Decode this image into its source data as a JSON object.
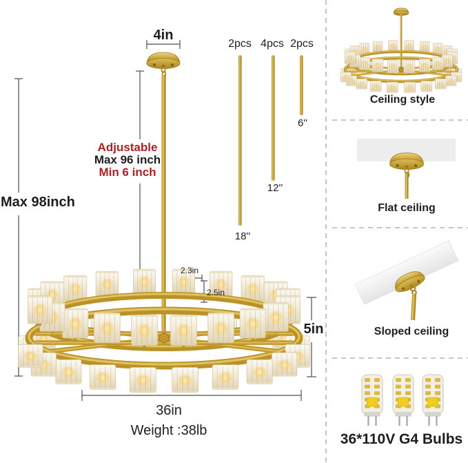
{
  "colors": {
    "gold": "#c49e31",
    "accent_red": "#ad1f23",
    "text": "#1e1e1e"
  },
  "main_diagram": {
    "canopy_width": "4in",
    "adjustable": {
      "title": "Adjustable",
      "max": "Max 96 inch",
      "min": "Min 6 inch"
    },
    "max_drop_height": "Max 98inch",
    "shade_width": "2.3in",
    "shade_height": "2.5in",
    "frame_height": "5in",
    "diameter": "36in",
    "weight": "Weight :38lb"
  },
  "downrods": {
    "items": [
      {
        "qty": "2pcs",
        "length": "18''"
      },
      {
        "qty": "4pcs",
        "length": "12''"
      },
      {
        "qty": "2pcs",
        "length": "6''"
      }
    ]
  },
  "side_panels": {
    "ceiling_style": {
      "label": "Ceiling style"
    },
    "flat_ceiling": {
      "label": "Flat ceiling"
    },
    "sloped_ceiling": {
      "label": "Sloped ceiling"
    },
    "bulbs": {
      "label": "36*110V G4 Bulbs"
    }
  }
}
